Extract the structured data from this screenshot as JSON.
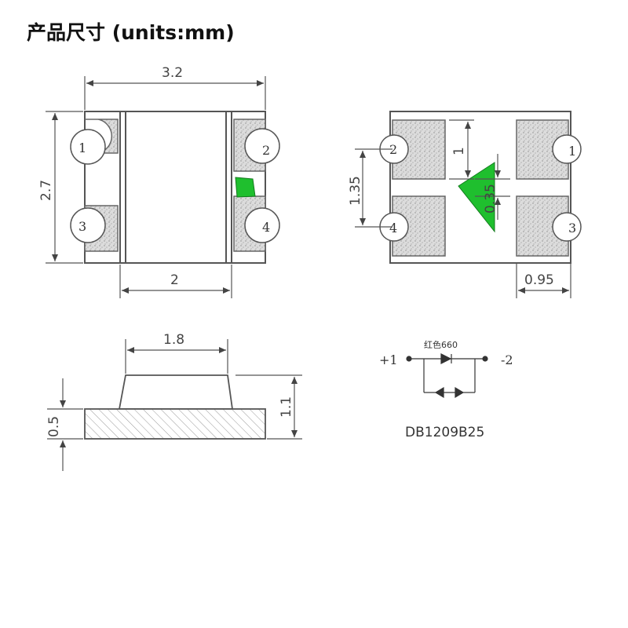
{
  "title": "产品尺寸 (units:mm)",
  "top_view": {
    "width": "3.2",
    "height": "2.7",
    "inner_width": "2",
    "pins": [
      "1",
      "2",
      "3",
      "4"
    ]
  },
  "bottom_view": {
    "pin_pitch": "1.35",
    "dim_1": "1",
    "dim_035": "0.35",
    "pad_width": "0.95",
    "pins": [
      "2",
      "1",
      "4",
      "3"
    ]
  },
  "side_view": {
    "lens_width": "1.8",
    "base_height": "0.5",
    "total_height": "1.1"
  },
  "circuit": {
    "plus": "+1",
    "minus": "-2",
    "led_label": "红色660",
    "part_number": "DB1209B25"
  },
  "colors": {
    "led_green": "#1fbf2e",
    "line": "#555555",
    "pad_fill": "#d9d9d9"
  }
}
